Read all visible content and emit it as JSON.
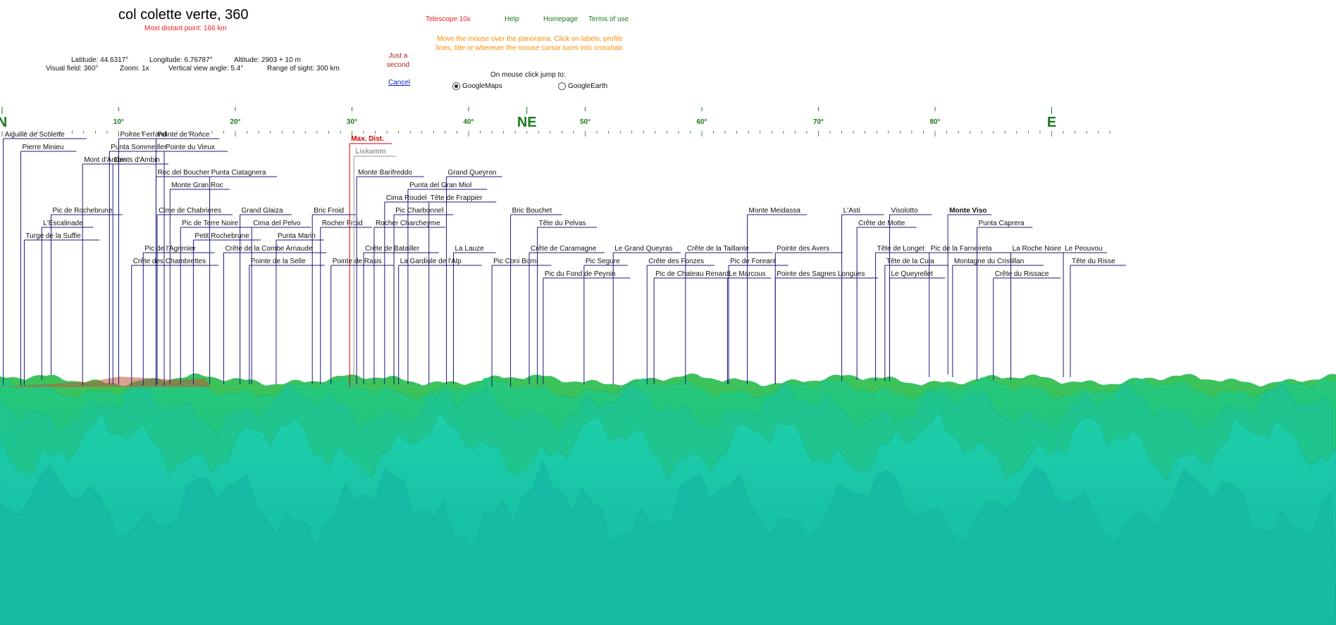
{
  "header": {
    "title": "col colette verte, 360",
    "subtitle": "Most distant point: 166 km",
    "latitude": "Latitude: 44.6317°",
    "longitude": "Longitude: 6.76787°",
    "altitude": "Altitude: 2903 + 10 m",
    "visual_field": "Visual field: 360°",
    "zoom": "Zoom: 1x",
    "vertical_angle": "Vertical view angle: 5.4°",
    "range": "Range of sight: 300 km",
    "just_a_second": "Just a second",
    "cancel": "Cancel"
  },
  "links": {
    "telescope": "Telescope 10x",
    "help": "Help",
    "homepage": "Homepage",
    "terms": "Terms of use"
  },
  "hint": "Move the mouse over the panorama. Click on labels, profile lines, title or wherever the mouse cursor turns into crosshair.",
  "jump": {
    "label": "On mouse click jump to:",
    "options": [
      {
        "label": "GoogleMaps",
        "selected": true
      },
      {
        "label": "GoogleEarth",
        "selected": false
      }
    ]
  },
  "colors": {
    "label_line": "#1a1a7a",
    "max_dist": "#cc0000",
    "scale": "#1a7a1a",
    "terrain_near": "#16c9a8",
    "terrain_mid": "#24d486",
    "terrain_far": "#31b84e"
  },
  "compass": {
    "ticks": [
      {
        "deg": 0,
        "label": "N",
        "major": true
      },
      {
        "deg": 10,
        "label": "10°"
      },
      {
        "deg": 20,
        "label": "20°"
      },
      {
        "deg": 30,
        "label": "30°"
      },
      {
        "deg": 40,
        "label": "40°"
      },
      {
        "deg": 45,
        "label": "NE",
        "major": true
      },
      {
        "deg": 50,
        "label": "50°"
      },
      {
        "deg": 60,
        "label": "60°"
      },
      {
        "deg": 70,
        "label": "70°"
      },
      {
        "deg": 80,
        "label": "80°"
      },
      {
        "deg": 90,
        "label": "E",
        "major": true
      }
    ]
  },
  "peaks": [
    {
      "name": "Aiguille de Scolette",
      "deg": 0.1,
      "row": 0,
      "foot": 398
    },
    {
      "name": "Pierre Minieu",
      "deg": 1.6,
      "row": 1,
      "foot": 398
    },
    {
      "name": "Pointe Ferrand",
      "deg": 10.0,
      "row": 0,
      "foot": 396
    },
    {
      "name": "Punta Sommeiller",
      "deg": 9.2,
      "row": 1,
      "foot": 396
    },
    {
      "name": "Mont d'Ambin",
      "deg": 6.9,
      "row": 2,
      "foot": 398
    },
    {
      "name": "Dents d'Ambin",
      "deg": 9.5,
      "row": 2,
      "foot": 396
    },
    {
      "name": "Pointe de Ronce",
      "deg": 13.2,
      "row": 0,
      "foot": 398
    },
    {
      "name": "Pointe du Vieux",
      "deg": 13.9,
      "row": 1,
      "foot": 398
    },
    {
      "name": "Roc del Boucher",
      "deg": 13.2,
      "row": 3,
      "foot": 398
    },
    {
      "name": "Punta Ciatagnera",
      "deg": 17.8,
      "row": 3,
      "foot": 396
    },
    {
      "name": "Monte Gran Roc",
      "deg": 14.4,
      "row": 4,
      "foot": 396
    },
    {
      "name": "Pic de Rochebrune",
      "deg": 4.2,
      "row": 6,
      "foot": 382
    },
    {
      "name": "Cime de Chabrieres",
      "deg": 13.3,
      "row": 6,
      "foot": 396
    },
    {
      "name": "Grand Glaiza",
      "deg": 20.4,
      "row": 6,
      "foot": 396
    },
    {
      "name": "Bric Froid",
      "deg": 26.6,
      "row": 6,
      "foot": 396
    },
    {
      "name": "L'Escalinade",
      "deg": 3.4,
      "row": 7,
      "foot": 390
    },
    {
      "name": "Pic de Terre Noire",
      "deg": 15.3,
      "row": 7,
      "foot": 396
    },
    {
      "name": "Cima del Pelvo",
      "deg": 21.4,
      "row": 7,
      "foot": 396
    },
    {
      "name": "Rocher Froid",
      "deg": 27.3,
      "row": 7,
      "foot": 396
    },
    {
      "name": "Turge de la Suffie",
      "deg": 1.9,
      "row": 8,
      "foot": 398
    },
    {
      "name": "Petit Rochebrune",
      "deg": 16.4,
      "row": 8,
      "foot": 396
    },
    {
      "name": "Punta Marin",
      "deg": 23.5,
      "row": 8,
      "foot": 396
    },
    {
      "name": "Pic de l'Agrenier",
      "deg": 12.1,
      "row": 9,
      "foot": 398
    },
    {
      "name": "Crête de la Combe Arnaude",
      "deg": 19.0,
      "row": 9,
      "foot": 396
    },
    {
      "name": "Crête des Chambrettes",
      "deg": 11.1,
      "row": 10,
      "foot": 398
    },
    {
      "name": "Pointe de la Selle",
      "deg": 21.2,
      "row": 10,
      "foot": 396
    },
    {
      "name": "Monte Barifreddo",
      "deg": 30.4,
      "row": 3,
      "foot": 396
    },
    {
      "name": "Punta del Gran Miol",
      "deg": 34.8,
      "row": 4,
      "foot": 396
    },
    {
      "name": "Grand Queyron",
      "deg": 38.1,
      "row": 3,
      "foot": 396
    },
    {
      "name": "Cima Roudel",
      "deg": 32.8,
      "row": 5,
      "foot": 396
    },
    {
      "name": "Tête de Frappier",
      "deg": 36.6,
      "row": 5,
      "foot": 396
    },
    {
      "name": "Pic Charbonnel",
      "deg": 33.6,
      "row": 6,
      "foot": 396
    },
    {
      "name": "Rocher Charcheyme",
      "deg": 31.9,
      "row": 7,
      "foot": 396
    },
    {
      "name": "Crête de Batailler",
      "deg": 31.0,
      "row": 9,
      "foot": 396
    },
    {
      "name": "La Lauze",
      "deg": 38.7,
      "row": 9,
      "foot": 396
    },
    {
      "name": "Pointe de Rasis",
      "deg": 28.2,
      "row": 10,
      "foot": 396
    },
    {
      "name": "La Gardiole de l'Alp",
      "deg": 34.0,
      "row": 10,
      "foot": 396
    },
    {
      "name": "Bric Bouchet",
      "deg": 43.6,
      "row": 6,
      "foot": 400
    },
    {
      "name": "Tête du Pelvas",
      "deg": 45.9,
      "row": 7,
      "foot": 396
    },
    {
      "name": "Crête de Caramagne",
      "deg": 45.2,
      "row": 9,
      "foot": 396
    },
    {
      "name": "Pic Coni Borni",
      "deg": 42.0,
      "row": 10,
      "foot": 400
    },
    {
      "name": "Pic Segure",
      "deg": 49.9,
      "row": 10,
      "foot": 396
    },
    {
      "name": "Pic du Fond de Peynin",
      "deg": 46.4,
      "row": 11,
      "foot": 396
    },
    {
      "name": "Le Grand Queyras",
      "deg": 52.4,
      "row": 9,
      "foot": 396
    },
    {
      "name": "Crête des Fonzes",
      "deg": 55.3,
      "row": 10,
      "foot": 396
    },
    {
      "name": "Crête de la Taillante",
      "deg": 58.6,
      "row": 9,
      "foot": 396
    },
    {
      "name": "Pic de Chateau Renard",
      "deg": 55.9,
      "row": 11,
      "foot": 396
    },
    {
      "name": "Pic de Foreant",
      "deg": 62.3,
      "row": 10,
      "foot": 396
    },
    {
      "name": "Le Marcous",
      "deg": 62.2,
      "row": 11,
      "foot": 396
    },
    {
      "name": "Monte Meidassa",
      "deg": 63.9,
      "row": 6,
      "foot": 396
    },
    {
      "name": "Pointe des Avers",
      "deg": 66.3,
      "row": 9,
      "foot": 396
    },
    {
      "name": "Pointe des Sagnes Longues",
      "deg": 66.3,
      "row": 11,
      "foot": 396
    },
    {
      "name": "L'Asti",
      "deg": 72.0,
      "row": 6,
      "foot": 392
    },
    {
      "name": "Crête de Motte",
      "deg": 73.3,
      "row": 7,
      "foot": 390
    },
    {
      "name": "Visolotto",
      "deg": 76.1,
      "row": 6,
      "foot": 390
    },
    {
      "name": "Monte Viso",
      "deg": 81.1,
      "row": 6,
      "foot": 382,
      "bold": true
    },
    {
      "name": "Punta Caprera",
      "deg": 83.6,
      "row": 7,
      "foot": 390
    },
    {
      "name": "Tête de Longet",
      "deg": 74.9,
      "row": 9,
      "foot": 392
    },
    {
      "name": "Pic de la Farneireta",
      "deg": 79.5,
      "row": 9,
      "foot": 386
    },
    {
      "name": "La Roche Noire",
      "deg": 86.5,
      "row": 9,
      "foot": 390
    },
    {
      "name": "Le Peouvou",
      "deg": 91.0,
      "row": 9,
      "foot": 386
    },
    {
      "name": "Tête de la Cula",
      "deg": 75.7,
      "row": 10,
      "foot": 392
    },
    {
      "name": "Montagne du Cristillan",
      "deg": 81.5,
      "row": 10,
      "foot": 386
    },
    {
      "name": "Tête du Risse",
      "deg": 91.6,
      "row": 10,
      "foot": 386
    },
    {
      "name": "Le Queyrellet",
      "deg": 76.1,
      "row": 11,
      "foot": 392
    },
    {
      "name": "Crête du Rissace",
      "deg": 85.0,
      "row": 11,
      "foot": 390
    }
  ],
  "max_dist": {
    "label": "Max. Dist.",
    "name": "Liskamm",
    "deg": 29.8
  }
}
